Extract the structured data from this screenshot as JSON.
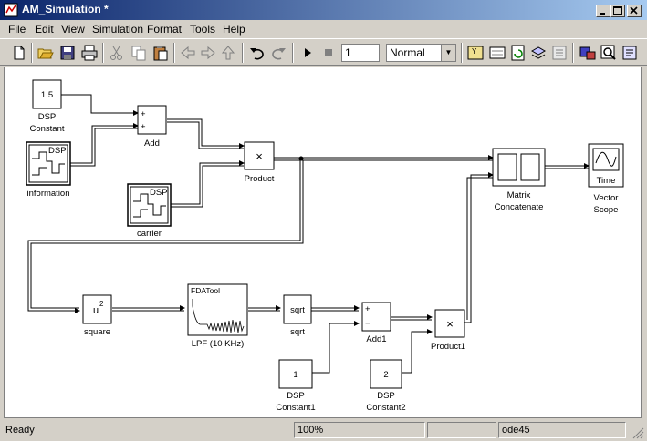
{
  "window": {
    "title": "AM_Simulation *"
  },
  "menu": [
    "File",
    "Edit",
    "View",
    "Simulation",
    "Format",
    "Tools",
    "Help"
  ],
  "toolbar": {
    "buttons": [
      "new-icon",
      "open-icon",
      "save-icon",
      "print-icon",
      "cut-icon",
      "copy-icon",
      "paste-icon",
      "back-icon",
      "forward-icon",
      "up-icon",
      "undo-icon",
      "redo-icon",
      "start-icon",
      "stop-icon",
      "library-browser-icon",
      "model-browser-icon",
      "debug-icon",
      "build-icon",
      "explorer-icon"
    ],
    "stop_time": "1",
    "sim_mode": "Normal"
  },
  "diagram": {
    "blocks": [
      {
        "id": "dsp-constant",
        "value": "1.5",
        "label": [
          "DSP",
          "Constant"
        ]
      },
      {
        "id": "information",
        "glyph": "DSP",
        "label": [
          "information"
        ]
      },
      {
        "id": "add",
        "ports": [
          "+",
          "+"
        ],
        "label": [
          "Add"
        ]
      },
      {
        "id": "product",
        "glyph": "×",
        "label": [
          "Product"
        ]
      },
      {
        "id": "carrier",
        "glyph": "DSP",
        "label": [
          "carrier"
        ]
      },
      {
        "id": "matrix-concatenate",
        "label": [
          "Matrix",
          "Concatenate"
        ]
      },
      {
        "id": "vector-scope",
        "glyph": "Time",
        "label": [
          "Vector",
          "Scope"
        ]
      },
      {
        "id": "square",
        "glyph": "u",
        "sup": "2",
        "label": [
          "square"
        ]
      },
      {
        "id": "lpf",
        "glyph": "FDATool",
        "label": [
          "LPF (10 KHz)"
        ]
      },
      {
        "id": "sqrt",
        "glyph": "sqrt",
        "label": [
          "sqrt"
        ]
      },
      {
        "id": "add1",
        "ports": [
          "+",
          "−"
        ],
        "label": [
          "Add1"
        ]
      },
      {
        "id": "product1",
        "glyph": "×",
        "label": [
          "Product1"
        ]
      },
      {
        "id": "dsp-constant1",
        "value": "1",
        "label": [
          "DSP",
          "Constant1"
        ]
      },
      {
        "id": "dsp-constant2",
        "value": "2",
        "label": [
          "DSP",
          "Constant2"
        ]
      }
    ]
  },
  "status": {
    "state": "Ready",
    "zoom": "100%",
    "solver": "ode45"
  }
}
